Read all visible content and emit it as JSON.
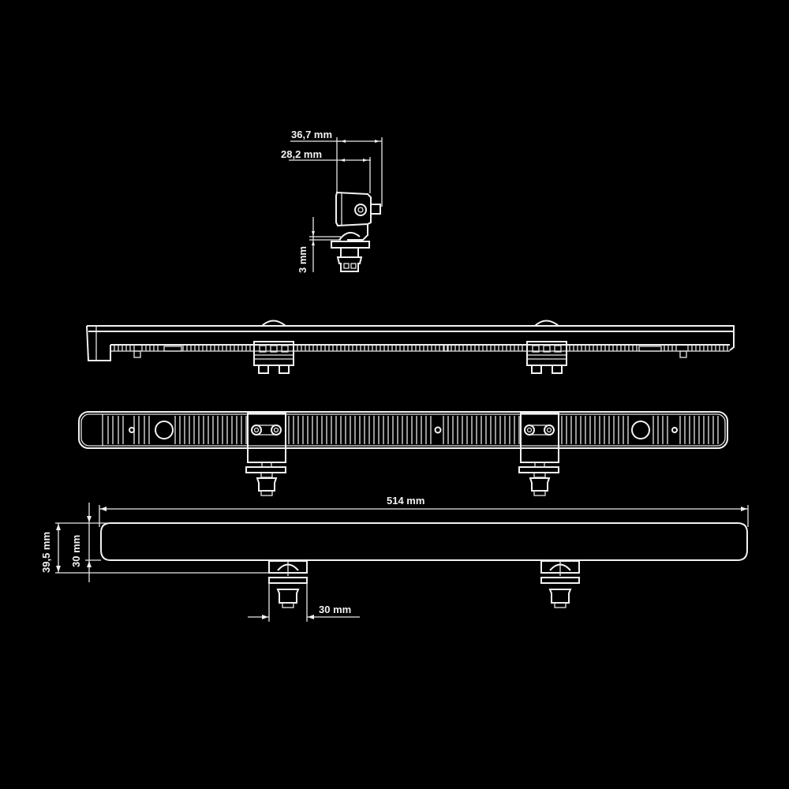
{
  "drawing": {
    "background": "#000000",
    "line_color": "#f2f2f2",
    "views": {
      "side_view": {
        "dimensions": {
          "total_depth": "36,7 mm",
          "body_depth": "28,2 mm",
          "gap": "3 mm"
        }
      },
      "top_view": {
        "fin_count_per_segment": "many",
        "mounts": 2
      },
      "rear_view": {
        "mounts": 2,
        "features": [
          "round-port-left",
          "round-port-right",
          "center-hole"
        ]
      },
      "front_view": {
        "dimensions": {
          "length": "514 mm",
          "total_height": "39,5 mm",
          "lens_height": "30 mm",
          "mount_width": "30 mm"
        }
      }
    }
  }
}
